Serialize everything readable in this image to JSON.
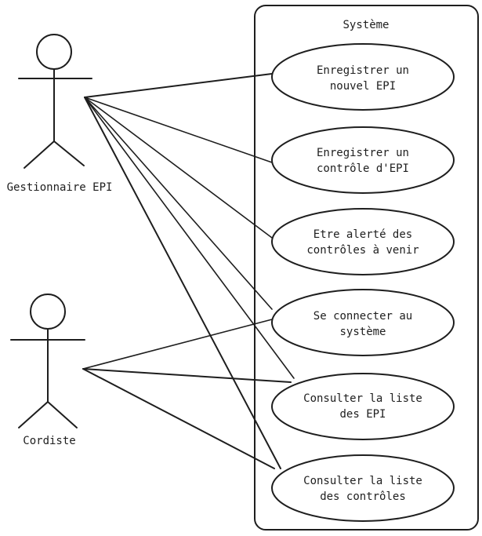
{
  "system": {
    "title": "Système"
  },
  "actors": {
    "gestionnaire": {
      "label": "Gestionnaire EPI"
    },
    "cordiste": {
      "label": "Cordiste"
    }
  },
  "use_cases": {
    "uc1": {
      "line1": "Enregistrer un",
      "line2": "nouvel EPI"
    },
    "uc2": {
      "line1": "Enregistrer un",
      "line2": "contrôle d'EPI"
    },
    "uc3": {
      "line1": "Etre alerté des",
      "line2": "contrôles à venir"
    },
    "uc4": {
      "line1": "Se connecter au",
      "line2": "système"
    },
    "uc5": {
      "line1": "Consulter la liste",
      "line2": "des EPI"
    },
    "uc6": {
      "line1": "Consulter la liste",
      "line2": "des contrôles"
    }
  },
  "associations": [
    {
      "from": "gestionnaire",
      "to": "uc1"
    },
    {
      "from": "gestionnaire",
      "to": "uc2"
    },
    {
      "from": "gestionnaire",
      "to": "uc3"
    },
    {
      "from": "gestionnaire",
      "to": "uc4"
    },
    {
      "from": "gestionnaire",
      "to": "uc5"
    },
    {
      "from": "gestionnaire",
      "to": "uc6"
    },
    {
      "from": "cordiste",
      "to": "uc4"
    },
    {
      "from": "cordiste",
      "to": "uc5"
    },
    {
      "from": "cordiste",
      "to": "uc6"
    }
  ]
}
